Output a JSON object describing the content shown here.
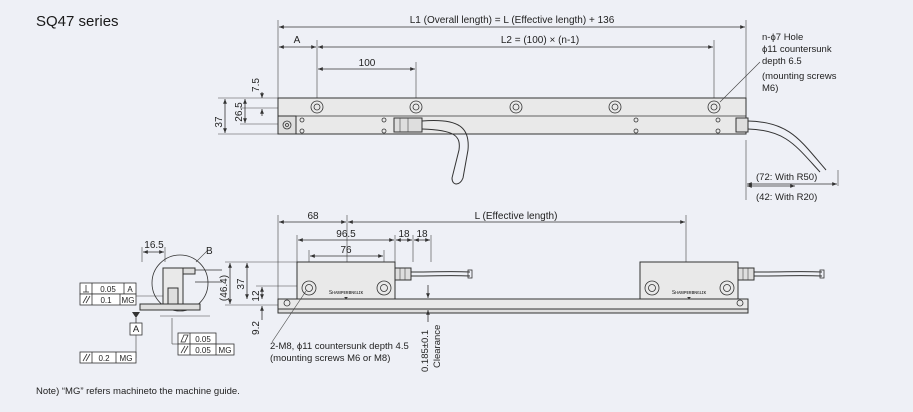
{
  "title": "SQ47 series",
  "top": {
    "l1": "L1 (Overall length) = L (Effective length) + 136",
    "a": "A",
    "l2": "L2 = (100) × (n-1)",
    "pitch": "100",
    "d75": "7.5",
    "d265": "26.5",
    "d37": "37",
    "hole1": "n-ϕ7 Hole",
    "hole2": "ϕ11 countersunk",
    "hole3": "depth 6.5",
    "hole4": "(mounting screws",
    "hole5": "M6)",
    "r50": "(72: With R50)",
    "r20": "(42: With R20)"
  },
  "bottom": {
    "d68": "68",
    "eff": "L (Effective length)",
    "d965": "96.5",
    "d18a": "18",
    "d18b": "18",
    "d76": "76",
    "d464": "(46.4)",
    "d37": "37",
    "d12": "12",
    "d92": "9.2",
    "m8a": "2-M8, ϕ11 countersunk depth 4.5",
    "m8b": "(mounting screws M6 or M8)",
    "clr1": "0.185±0.1",
    "clr2": "Clearance",
    "brand": "Sʜᴀᴍᴘᴇʀʙɴɢʟɪᴋ"
  },
  "side": {
    "d165": "16.5",
    "b": "B",
    "a": "A",
    "tol1v": "0.05",
    "tol1r": "A",
    "tol2v": "0.1",
    "tol2r": "MG",
    "tol3v": "0.05",
    "tol4v": "0.05",
    "tol4r": "MG",
    "tol5v": "0.2",
    "tol5r": "MG"
  },
  "note": "Note) “MG” refers machineto the machine guide."
}
